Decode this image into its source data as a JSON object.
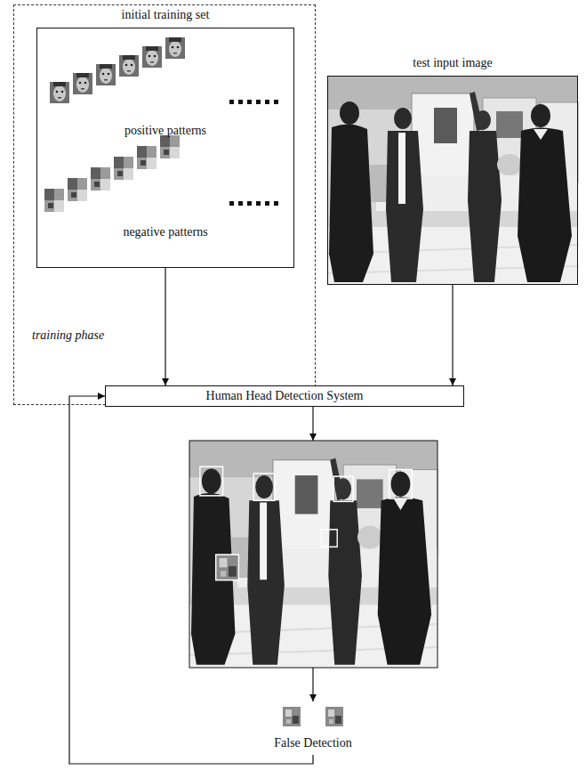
{
  "diagram": {
    "nodes": [
      {
        "text": [
          "training phase"
        ]
      },
      {
        "text": [
          "initial training set",
          "positive patterns",
          "negative patterns"
        ],
        "in": 0
      },
      {
        "text": [
          "test input image"
        ]
      },
      {
        "text": [
          "Human Head Detection System"
        ]
      },
      {
        "text": [
          "False Detection"
        ]
      }
    ],
    "edges": [
      {
        "from": 1,
        "to": 3,
        "arrow": "to"
      },
      {
        "from": 2,
        "to": 3,
        "arrow": "to"
      },
      {
        "from": 4,
        "to": 3,
        "arrow": "to"
      }
    ]
  }
}
